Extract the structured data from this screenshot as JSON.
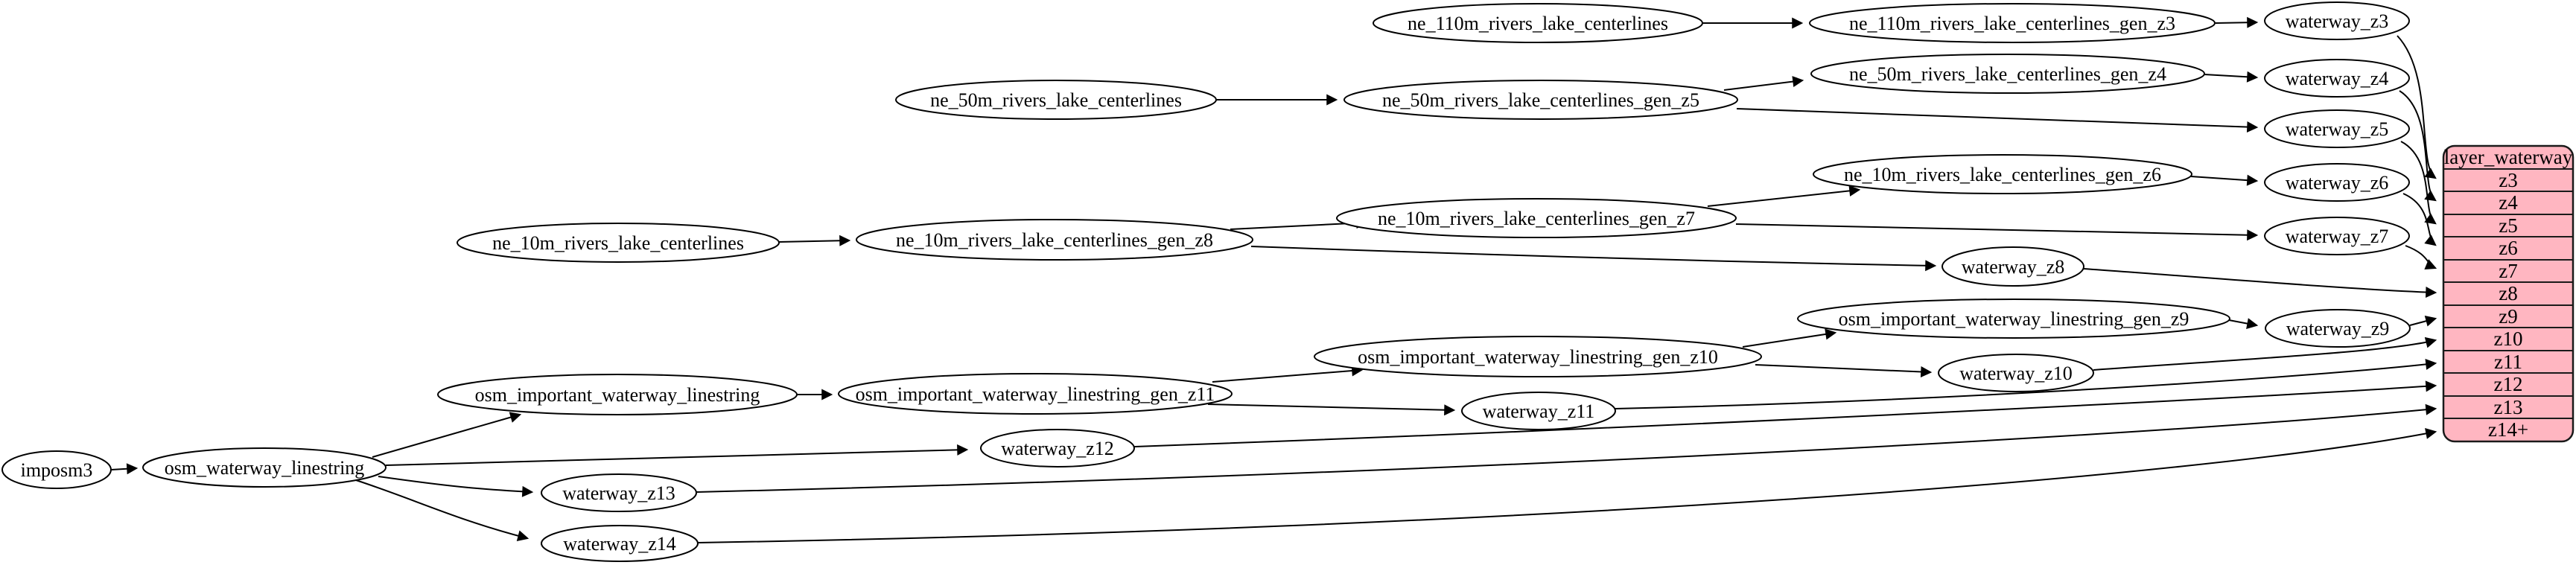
{
  "diagram": {
    "type": "dependency-graph",
    "background_color": "#ffffff",
    "node_fill": "#ffffff",
    "node_stroke": "#000000",
    "record_fill": "#ffb6c1",
    "nodes": {
      "imposm3": {
        "label": "imposm3"
      },
      "osm_waterway_linestring": {
        "label": "osm_waterway_linestring"
      },
      "osm_important_waterway_linestring": {
        "label": "osm_important_waterway_linestring"
      },
      "osm_important_waterway_linestring_gen_z11": {
        "label": "osm_important_waterway_linestring_gen_z11"
      },
      "osm_important_waterway_linestring_gen_z10": {
        "label": "osm_important_waterway_linestring_gen_z10"
      },
      "osm_important_waterway_linestring_gen_z9": {
        "label": "osm_important_waterway_linestring_gen_z9"
      },
      "ne_110m_rivers_lake_centerlines": {
        "label": "ne_110m_rivers_lake_centerlines"
      },
      "ne_110m_rivers_lake_centerlines_gen_z3": {
        "label": "ne_110m_rivers_lake_centerlines_gen_z3"
      },
      "ne_50m_rivers_lake_centerlines": {
        "label": "ne_50m_rivers_lake_centerlines"
      },
      "ne_50m_rivers_lake_centerlines_gen_z5": {
        "label": "ne_50m_rivers_lake_centerlines_gen_z5"
      },
      "ne_50m_rivers_lake_centerlines_gen_z4": {
        "label": "ne_50m_rivers_lake_centerlines_gen_z4"
      },
      "ne_10m_rivers_lake_centerlines": {
        "label": "ne_10m_rivers_lake_centerlines"
      },
      "ne_10m_rivers_lake_centerlines_gen_z8": {
        "label": "ne_10m_rivers_lake_centerlines_gen_z8"
      },
      "ne_10m_rivers_lake_centerlines_gen_z7": {
        "label": "ne_10m_rivers_lake_centerlines_gen_z7"
      },
      "ne_10m_rivers_lake_centerlines_gen_z6": {
        "label": "ne_10m_rivers_lake_centerlines_gen_z6"
      },
      "waterway_z3": {
        "label": "waterway_z3"
      },
      "waterway_z4": {
        "label": "waterway_z4"
      },
      "waterway_z5": {
        "label": "waterway_z5"
      },
      "waterway_z6": {
        "label": "waterway_z6"
      },
      "waterway_z7": {
        "label": "waterway_z7"
      },
      "waterway_z8": {
        "label": "waterway_z8"
      },
      "waterway_z9": {
        "label": "waterway_z9"
      },
      "waterway_z10": {
        "label": "waterway_z10"
      },
      "waterway_z11": {
        "label": "waterway_z11"
      },
      "waterway_z12": {
        "label": "waterway_z12"
      },
      "waterway_z13": {
        "label": "waterway_z13"
      },
      "waterway_z14": {
        "label": "waterway_z14"
      }
    },
    "record": {
      "title": "layer_waterway",
      "rows": [
        "z3",
        "z4",
        "z5",
        "z6",
        "z7",
        "z8",
        "z9",
        "z10",
        "z11",
        "z12",
        "z13",
        "z14+"
      ]
    },
    "edges": [
      {
        "from": "imposm3",
        "to": "osm_waterway_linestring"
      },
      {
        "from": "osm_waterway_linestring",
        "to": "osm_important_waterway_linestring"
      },
      {
        "from": "osm_waterway_linestring",
        "to": "waterway_z12"
      },
      {
        "from": "osm_waterway_linestring",
        "to": "waterway_z13"
      },
      {
        "from": "osm_waterway_linestring",
        "to": "waterway_z14"
      },
      {
        "from": "osm_important_waterway_linestring",
        "to": "osm_important_waterway_linestring_gen_z11"
      },
      {
        "from": "osm_important_waterway_linestring_gen_z11",
        "to": "osm_important_waterway_linestring_gen_z10"
      },
      {
        "from": "osm_important_waterway_linestring_gen_z11",
        "to": "waterway_z11"
      },
      {
        "from": "osm_important_waterway_linestring_gen_z10",
        "to": "osm_important_waterway_linestring_gen_z9"
      },
      {
        "from": "osm_important_waterway_linestring_gen_z10",
        "to": "waterway_z10"
      },
      {
        "from": "osm_important_waterway_linestring_gen_z9",
        "to": "waterway_z9"
      },
      {
        "from": "ne_10m_rivers_lake_centerlines",
        "to": "ne_10m_rivers_lake_centerlines_gen_z8"
      },
      {
        "from": "ne_10m_rivers_lake_centerlines_gen_z8",
        "to": "ne_10m_rivers_lake_centerlines_gen_z7"
      },
      {
        "from": "ne_10m_rivers_lake_centerlines_gen_z8",
        "to": "waterway_z8"
      },
      {
        "from": "ne_10m_rivers_lake_centerlines_gen_z7",
        "to": "ne_10m_rivers_lake_centerlines_gen_z6"
      },
      {
        "from": "ne_10m_rivers_lake_centerlines_gen_z7",
        "to": "waterway_z7"
      },
      {
        "from": "ne_10m_rivers_lake_centerlines_gen_z6",
        "to": "waterway_z6"
      },
      {
        "from": "ne_50m_rivers_lake_centerlines",
        "to": "ne_50m_rivers_lake_centerlines_gen_z5"
      },
      {
        "from": "ne_50m_rivers_lake_centerlines_gen_z5",
        "to": "ne_50m_rivers_lake_centerlines_gen_z4"
      },
      {
        "from": "ne_50m_rivers_lake_centerlines_gen_z5",
        "to": "waterway_z5"
      },
      {
        "from": "ne_50m_rivers_lake_centerlines_gen_z4",
        "to": "waterway_z4"
      },
      {
        "from": "ne_110m_rivers_lake_centerlines",
        "to": "ne_110m_rivers_lake_centerlines_gen_z3"
      },
      {
        "from": "ne_110m_rivers_lake_centerlines_gen_z3",
        "to": "waterway_z3"
      },
      {
        "from": "waterway_z3",
        "to": "layer_waterway.z3"
      },
      {
        "from": "waterway_z4",
        "to": "layer_waterway.z4"
      },
      {
        "from": "waterway_z5",
        "to": "layer_waterway.z5"
      },
      {
        "from": "waterway_z6",
        "to": "layer_waterway.z6"
      },
      {
        "from": "waterway_z7",
        "to": "layer_waterway.z7"
      },
      {
        "from": "waterway_z8",
        "to": "layer_waterway.z8"
      },
      {
        "from": "waterway_z9",
        "to": "layer_waterway.z9"
      },
      {
        "from": "waterway_z10",
        "to": "layer_waterway.z10"
      },
      {
        "from": "waterway_z11",
        "to": "layer_waterway.z11"
      },
      {
        "from": "waterway_z12",
        "to": "layer_waterway.z12"
      },
      {
        "from": "waterway_z13",
        "to": "layer_waterway.z13"
      },
      {
        "from": "waterway_z14",
        "to": "layer_waterway.z14+"
      }
    ]
  }
}
